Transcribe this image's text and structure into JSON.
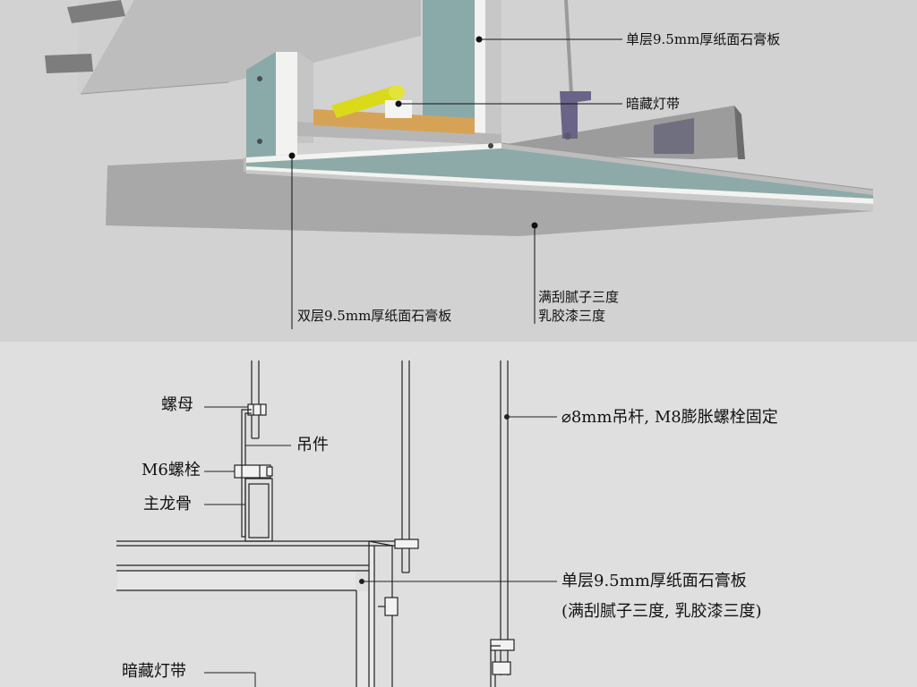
{
  "section_3d": {
    "label_single_board": "单层9.5mm厚纸面石膏板",
    "label_hidden_light": "暗藏灯带",
    "label_double_board": "双层9.5mm厚纸面石膏板",
    "label_finish_line1": "满刮腻子三度",
    "label_finish_line2": "乳胶漆三度"
  },
  "section_detail": {
    "label_nut": "螺母",
    "label_hanger": "吊件",
    "label_m6_bolt": "M6螺栓",
    "label_main_keel": "主龙骨",
    "label_rod": "⌀8mm吊杆, M8膨胀螺栓固定",
    "label_single_board": "单层9.5mm厚纸面石膏板",
    "label_finish": "(满刮腻子三度, 乳胶漆三度)",
    "label_hidden_light": "暗藏灯带"
  },
  "colors": {
    "board_face": "#a9a9a9",
    "board_edge_white": "#f4f4f2",
    "board_core_teal": "#7fa2a0",
    "steel_dark": "#6f6f73",
    "bracket_purple": "#6a6488",
    "light_tube_yellow": "#dada1a",
    "wood_strip": "#d6a356"
  }
}
